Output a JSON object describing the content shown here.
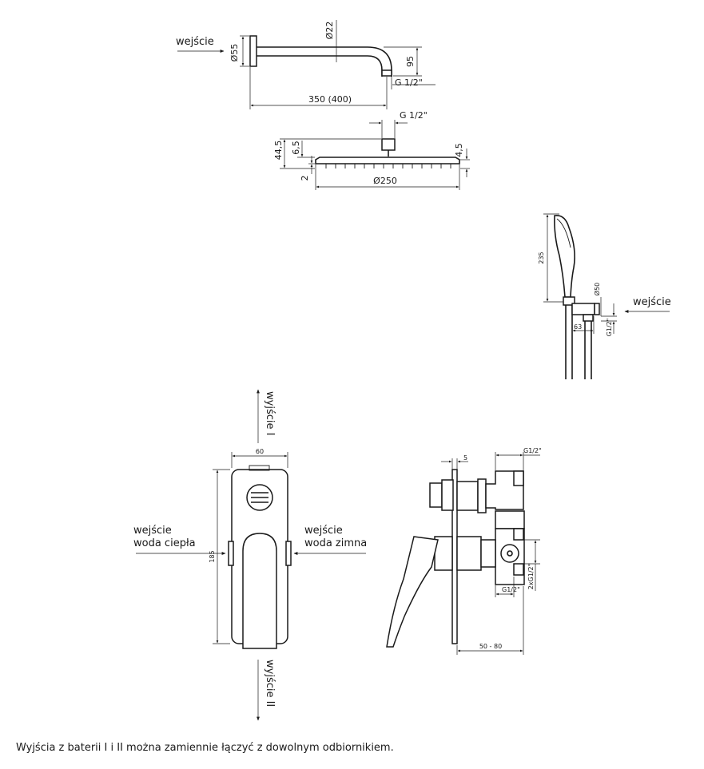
{
  "shower_arm": {
    "inlet_label": "wejście",
    "flange_diameter": "Ø55",
    "pipe_diameter": "Ø22",
    "drop_height": "95",
    "thread": "G 1/2\"",
    "length": "350 (400)"
  },
  "shower_head": {
    "thread": "G 1/2\"",
    "total_height": "44,5",
    "connector_height": "6,5",
    "plate_thickness": "2",
    "edge_height": "4,5",
    "diameter": "Ø250"
  },
  "hand_shower": {
    "length": "235",
    "holder_diameter": "Ø50",
    "inlet_label": "wejście",
    "offset": "63",
    "thread": "G1/2\""
  },
  "mixer_front": {
    "outlet_1": "wyjście I",
    "outlet_2": "wyjście II",
    "width": "60",
    "height": "185",
    "hot_inlet_line1": "wejście",
    "hot_inlet_line2": "woda ciepła",
    "cold_inlet_line1": "wejście",
    "cold_inlet_line2": "woda zimna"
  },
  "mixer_side": {
    "cover_thickness": "5",
    "top_thread": "G1/2\"",
    "bottom_thread": "G1/2\"",
    "side_threads": "2xG1/2\"",
    "depth_range": "50 - 80"
  },
  "footnote": "Wyjścia z baterii I i II można zamiennie łączyć z dowolnym odbiornikiem."
}
